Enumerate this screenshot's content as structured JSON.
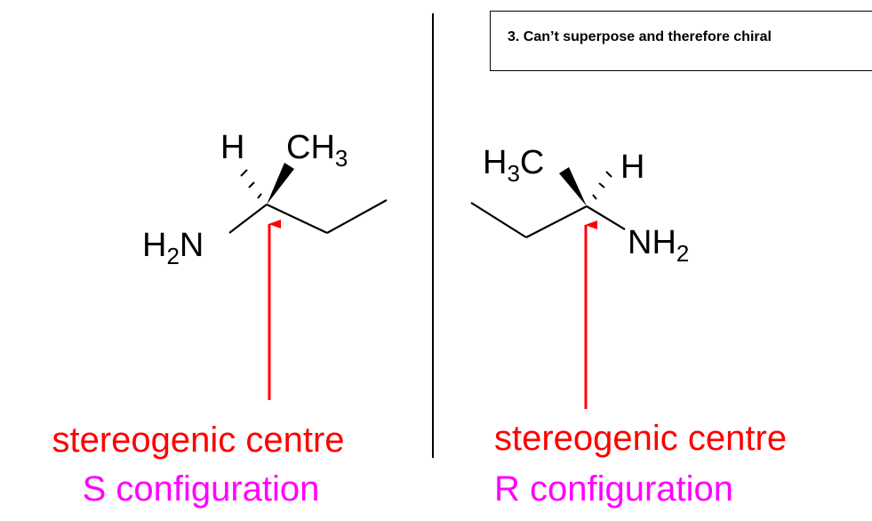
{
  "note": {
    "text": "3. Can’t superpose and therefore chiral"
  },
  "left_molecule": {
    "h": "H",
    "ch": "CH",
    "ch_sub": "3",
    "amine": "H",
    "amine_sub": "2",
    "amine_n": "N",
    "label": "stereogenic centre",
    "configuration": "S configuration"
  },
  "right_molecule": {
    "methyl_h": "H",
    "methyl_sub": "3",
    "methyl_c": "C",
    "h": "H",
    "amine": "NH",
    "amine_sub": "2",
    "label": "stereogenic centre",
    "configuration": "R configuration"
  },
  "colors": {
    "arrow": "#ff0000",
    "label": "#ff0000",
    "configuration": "#ff00ff",
    "bond": "#000000"
  }
}
